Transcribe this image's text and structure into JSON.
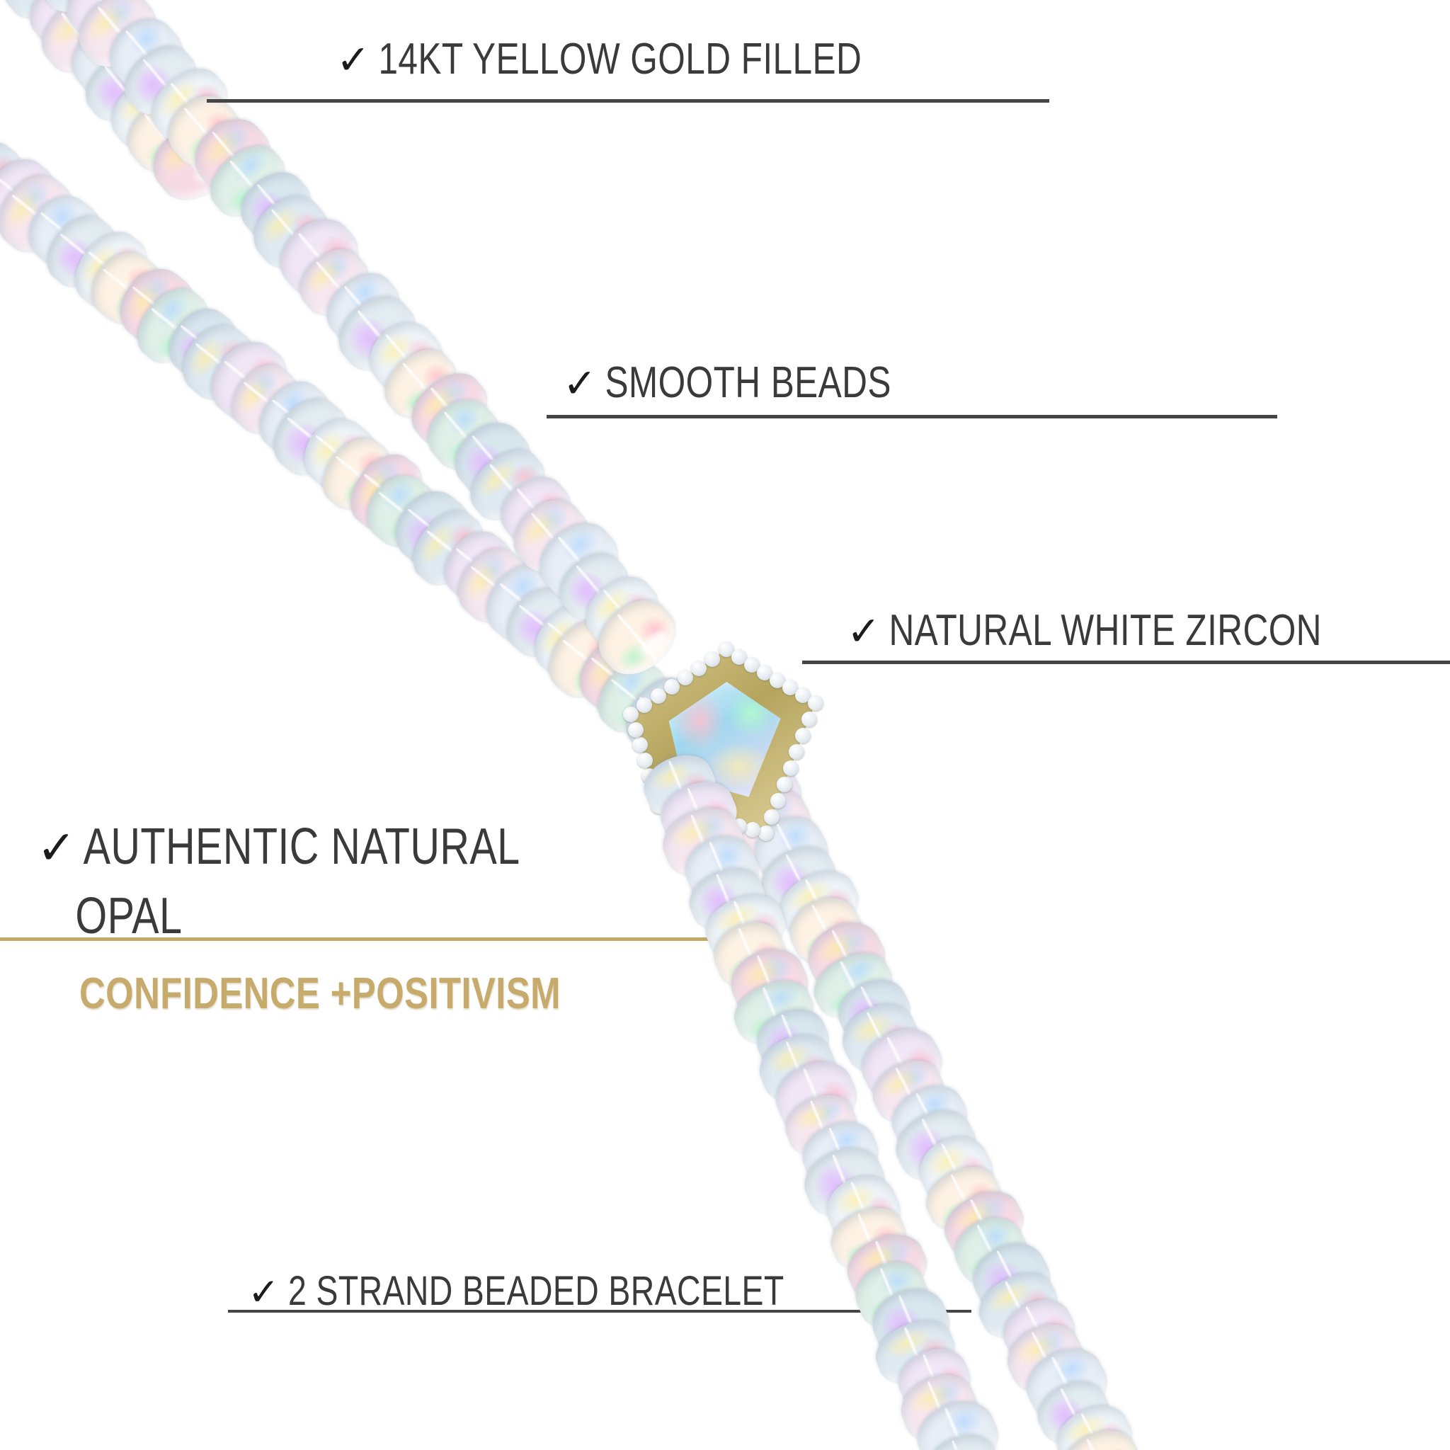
{
  "product": {
    "type": "infographic",
    "subject": "2 strand opal beaded bracelet with kite-shaped opal pendant",
    "background_color": "#ffffff"
  },
  "features": [
    {
      "id": "gold",
      "check": "✓",
      "text": "14KT YELLOW GOLD FILLED"
    },
    {
      "id": "smooth",
      "check": "✓",
      "text": "SMOOTH BEADS"
    },
    {
      "id": "zircon",
      "check": "✓",
      "text": "NATURAL WHITE ZIRCON"
    },
    {
      "id": "opal",
      "check": "✓",
      "text_line1": "AUTHENTIC NATURAL",
      "text_line2": "OPAL"
    },
    {
      "id": "strands",
      "check": "✓",
      "text": "2 STRAND BEADED BRACELET"
    }
  ],
  "tagline": {
    "text": "CONFIDENCE +POSITIVISM",
    "color": "#c6ab6d"
  },
  "colors": {
    "text": "#3a3a3a",
    "rule": "#454545",
    "rule_gold": "#c2a968",
    "gold_metal": "#c9b06a",
    "zircon_white": "#f2f5f8"
  },
  "beads": {
    "palette": [
      "#dfeaf2",
      "#f7dbe4",
      "#e3ecf1",
      "#f0e6f5",
      "#dff0e8",
      "#eef4f8",
      "#f6e7ef",
      "#d8e6ee",
      "#fdf2e4",
      "#e8eef6"
    ]
  }
}
